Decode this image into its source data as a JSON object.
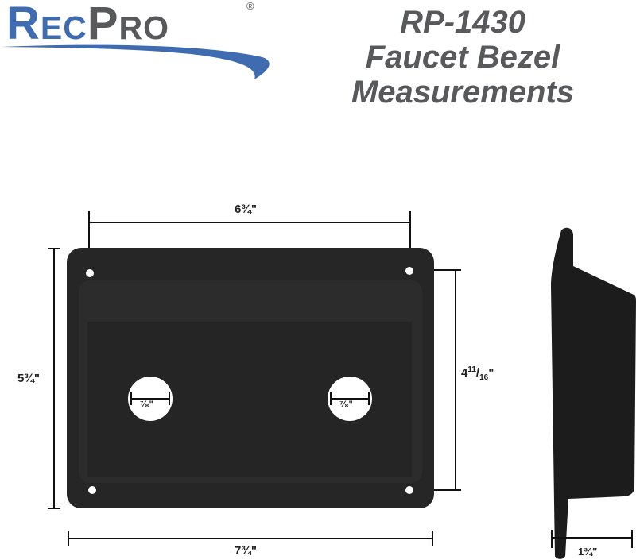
{
  "logo": {
    "part1": "Rec",
    "part2": "Pro",
    "registered": "®"
  },
  "title": {
    "line1": "RP-1430",
    "line2": "Faucet Bezel",
    "line3": "Measurements"
  },
  "colors": {
    "brand_blue": "#3f6cb1",
    "brand_gray": "#58595b",
    "bezel": "#262626"
  },
  "dimensions": {
    "hole_spacing_width": "6¾\"",
    "overall_height": "5¾\"",
    "hole_spacing_height_whole": "4",
    "hole_spacing_height_num": "11",
    "hole_spacing_height_den": "16",
    "overall_width": "7¾\"",
    "depth": "1¾\"",
    "faucet_hole_left": "⁷⁄₈\"",
    "faucet_hole_right": "⁷⁄₈\""
  }
}
